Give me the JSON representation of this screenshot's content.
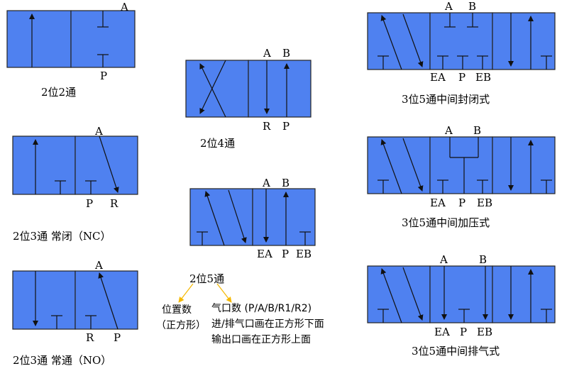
{
  "valves": {
    "v22": {
      "caption": "2位2通",
      "port_a": "A",
      "port_p": "P"
    },
    "v3nc": {
      "caption": "2位3通  常闭（NC）",
      "port_a": "A",
      "port_p": "P",
      "port_r": "R"
    },
    "v3no": {
      "caption": "2位3通  常通（NO）",
      "port_a": "A",
      "port_r": "R",
      "port_p": "P"
    },
    "v24": {
      "caption": "2位4通",
      "port_a": "A",
      "port_b": "B",
      "port_r": "R",
      "port_p": "P"
    },
    "v25": {
      "caption": "2位5通",
      "port_a": "A",
      "port_b": "B",
      "port_ea": "EA",
      "port_p": "P",
      "port_eb": "EB"
    },
    "v35c": {
      "caption": "3位5通中间封闭式",
      "port_a": "A",
      "port_b": "B",
      "port_ea": "EA",
      "port_p": "P",
      "port_eb": "EB"
    },
    "v35p": {
      "caption": "3位5通中间加压式",
      "port_a": "A",
      "port_b": "B",
      "port_ea": "EA",
      "port_p": "P",
      "port_eb": "EB"
    },
    "v35e": {
      "caption": "3位5通中间排气式",
      "port_a": "A",
      "port_b": "B",
      "port_ea": "EA",
      "port_p": "P",
      "port_eb": "EB"
    }
  },
  "notes": {
    "positions_line1": "位置数",
    "positions_line2": "（正方形）",
    "ports_line1": "气口数 (P/A/B/R1/R2)",
    "ports_line2": "进/排气口画在正方形下面",
    "ports_line3": "输出口画在正方形上面"
  },
  "colors": {
    "valve_fill": "#4f81f0",
    "annotation": "#f5b800"
  }
}
